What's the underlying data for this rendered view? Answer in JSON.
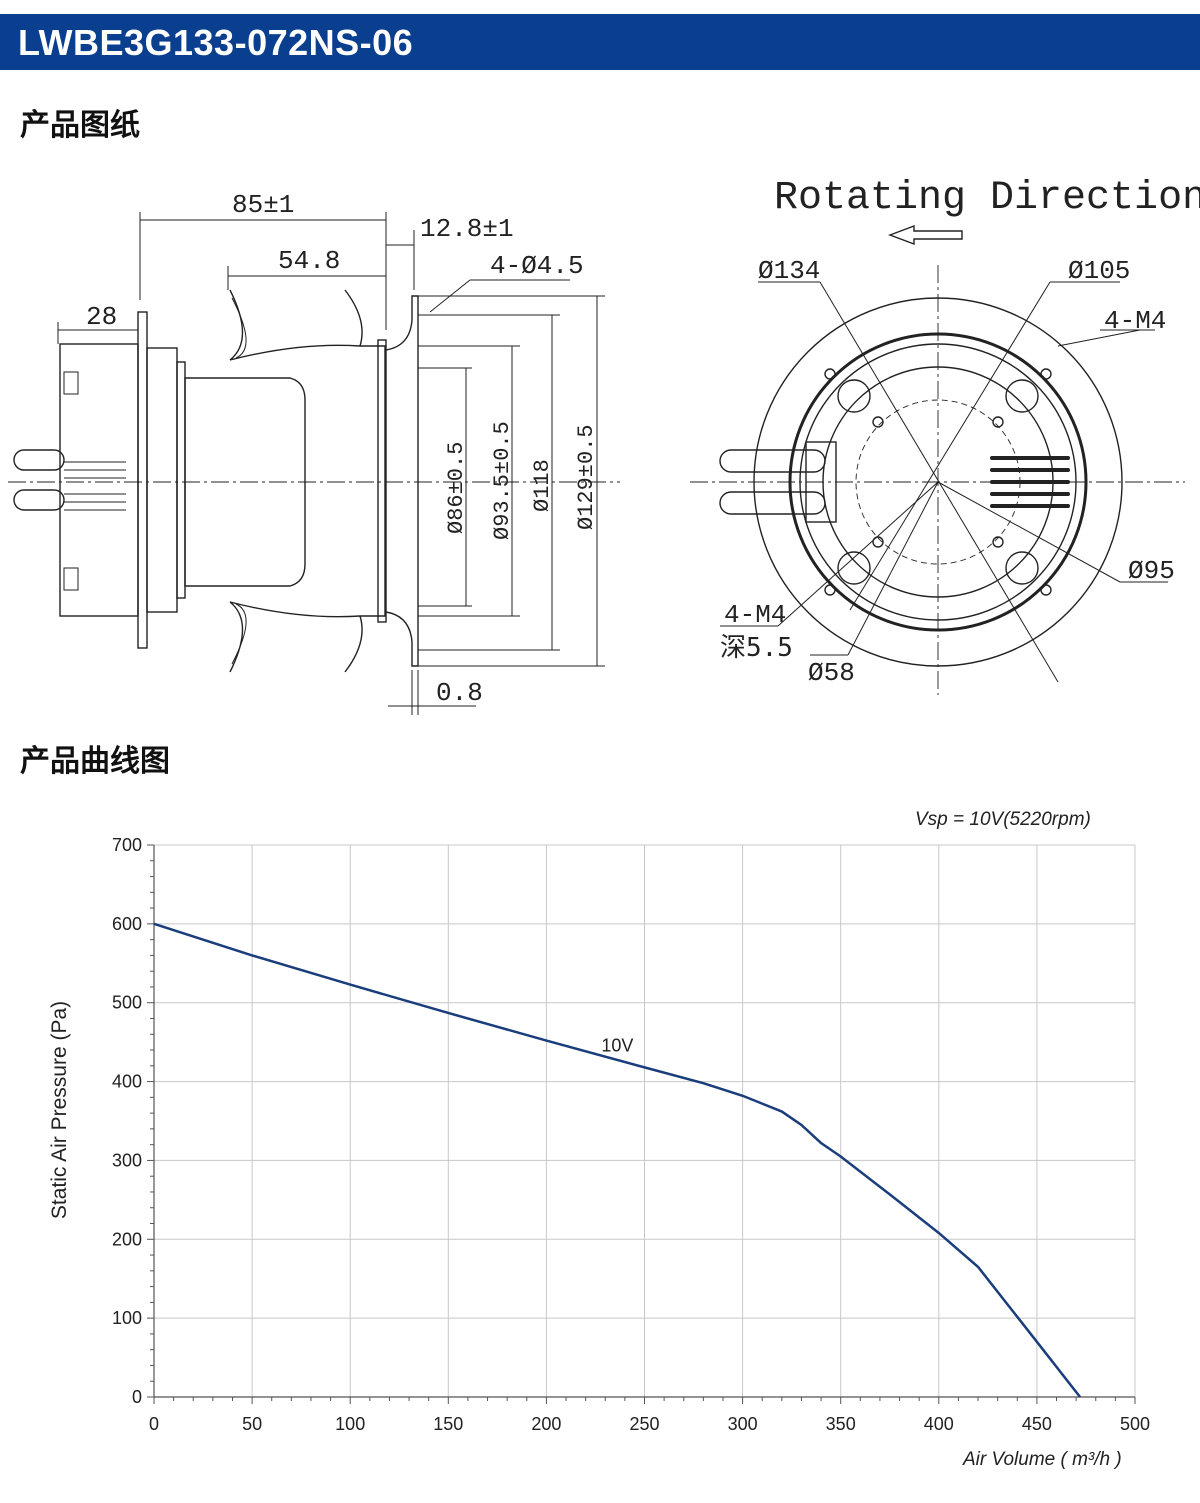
{
  "header": {
    "model": "LWBE3G133-072NS-06"
  },
  "sections": {
    "drawing_title": "产品图纸",
    "curve_title": "产品曲线图"
  },
  "drawing": {
    "rotating_direction": "Rotating Direction",
    "side_dims": {
      "length_total": "85±1",
      "flange_offset": "12.8±1",
      "impeller_len": "54.8",
      "holes": "4-Ø4.5",
      "connector": "28",
      "d86": "Ø86±0.5",
      "d93": "Ø93.5±0.5",
      "d118": "Ø118",
      "d129": "Ø129±0.5",
      "thickness": "0.8"
    },
    "front_dims": {
      "d134": "Ø134",
      "d105": "Ø105",
      "m4_top": "4-M4",
      "d95": "Ø95",
      "m4_bottom": "4-M4",
      "depth": "深5.5",
      "d58": "Ø58"
    }
  },
  "chart_data": {
    "type": "line",
    "annotation_top": "Vsp = 10V(5220rpm)",
    "xlabel": "Air Volume ( m³/h )",
    "ylabel": "Static Air Pressure  (Pa)",
    "xlim": [
      0,
      500
    ],
    "ylim": [
      0,
      700
    ],
    "xticks": [
      0,
      50,
      100,
      150,
      200,
      250,
      300,
      350,
      400,
      450,
      500
    ],
    "yticks": [
      0,
      100,
      200,
      300,
      400,
      500,
      600,
      700
    ],
    "grid": true,
    "series": [
      {
        "name": "10V",
        "color": "#1a3d7c",
        "x": [
          0,
          50,
          100,
          150,
          200,
          250,
          280,
          300,
          320,
          330,
          340,
          350,
          375,
          400,
          420,
          450,
          472
        ],
        "y": [
          600,
          560,
          523,
          487,
          452,
          418,
          398,
          382,
          362,
          345,
          322,
          305,
          257,
          208,
          165,
          70,
          0
        ]
      }
    ]
  }
}
